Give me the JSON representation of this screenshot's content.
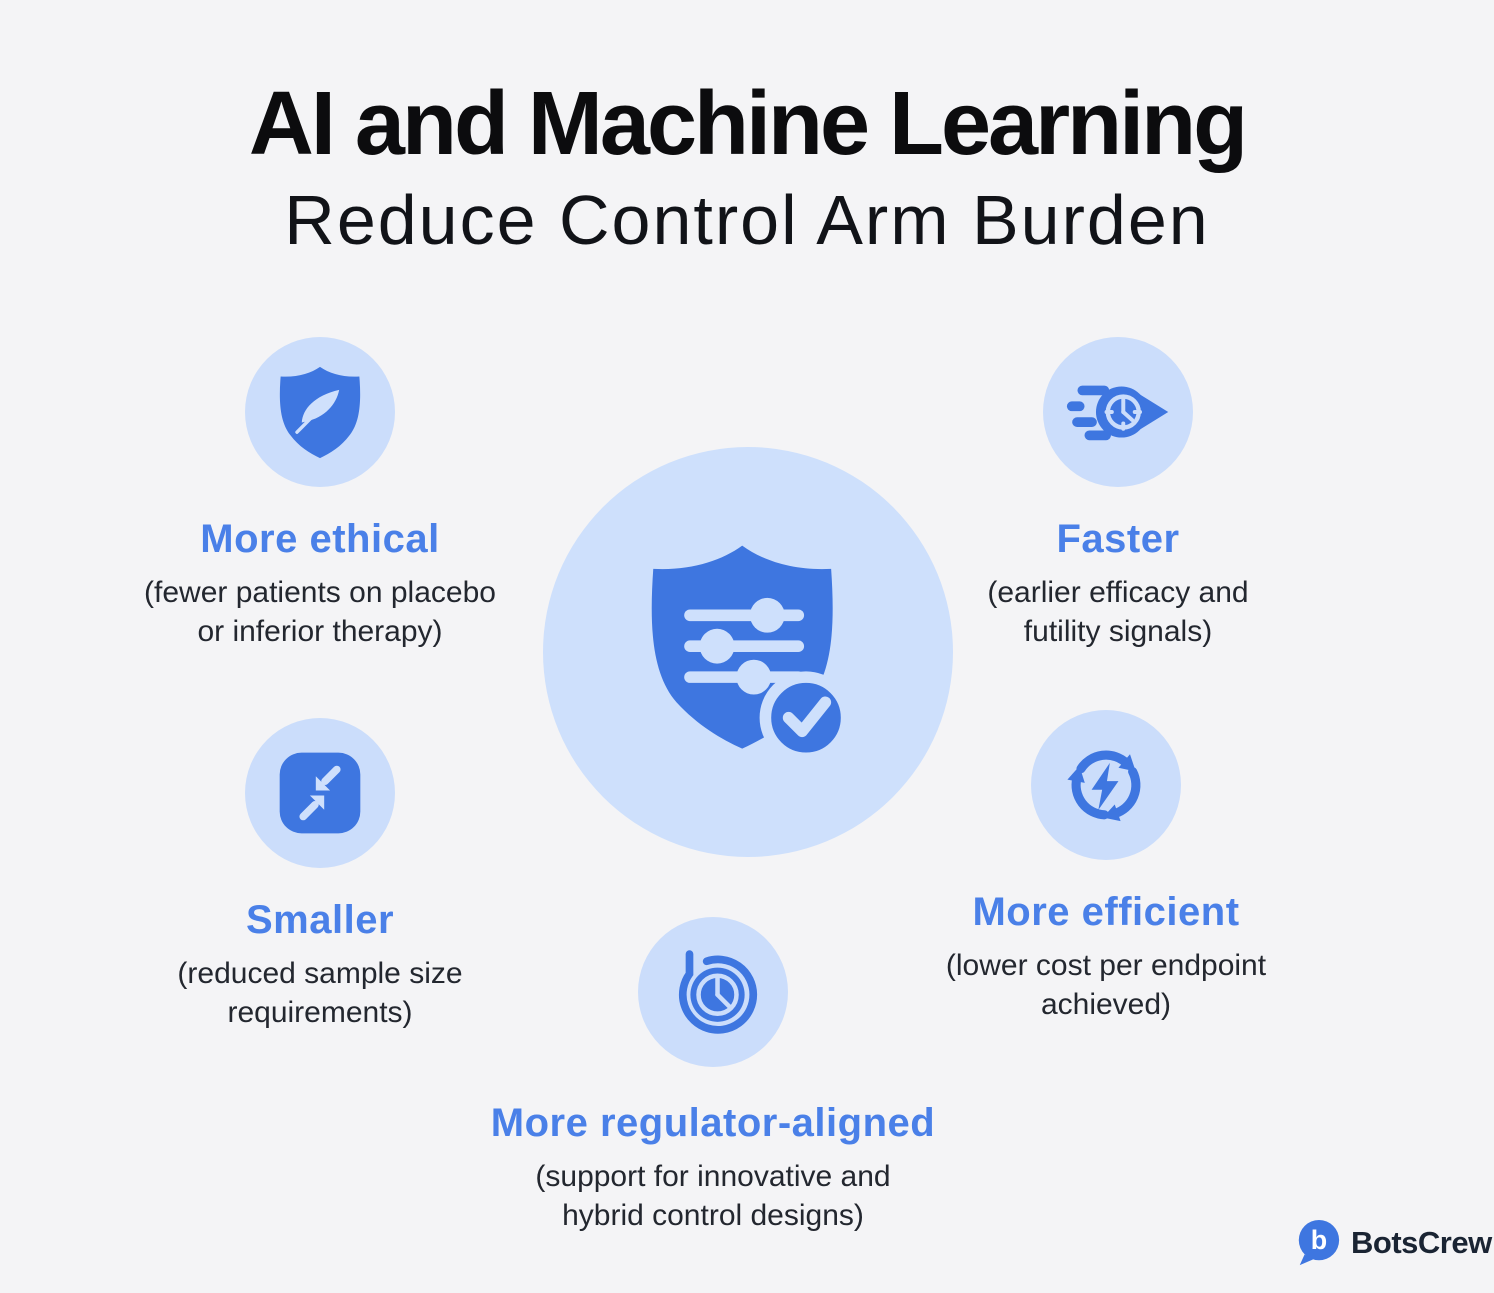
{
  "title": {
    "line1": "AI and Machine Learning",
    "line2": "Reduce Control Arm Burden"
  },
  "center": {
    "icon": "shield-sliders-check-icon"
  },
  "items": [
    {
      "id": "ethical",
      "icon": "shield-feather-icon",
      "title": "More ethical",
      "desc_line1": "(fewer patients on placebo",
      "desc_line2": "or inferior therapy)"
    },
    {
      "id": "faster",
      "icon": "speeding-clock-icon",
      "title": "Faster",
      "desc_line1": "(earlier efficacy and",
      "desc_line2": "futility signals)"
    },
    {
      "id": "smaller",
      "icon": "shrink-arrows-icon",
      "title": "Smaller",
      "desc_line1": "(reduced sample size",
      "desc_line2": "requirements)"
    },
    {
      "id": "efficient",
      "icon": "cycle-lightning-icon",
      "title": "More efficient",
      "desc_line1": "(lower cost per endpoint",
      "desc_line2": "achieved)"
    },
    {
      "id": "regulator",
      "icon": "history-clock-icon",
      "title": "More regulator-aligned",
      "desc_line1": "(support for innovative and",
      "desc_line2": "hybrid control designs)"
    }
  ],
  "footer": {
    "brand": "BotsCrew",
    "logo_letter": "b",
    "logo_icon": "botscrew-bubble-icon"
  },
  "colors": {
    "background": "#F4F4F6",
    "accent_blue": "#3E76E0",
    "heading_blue": "#4A80E8",
    "light_circle": "#CBDDFB",
    "center_circle": "#CEE0FC",
    "text_dark": "#23272F",
    "title_black": "#0C0C0E",
    "brand_navy": "#1A2433"
  }
}
